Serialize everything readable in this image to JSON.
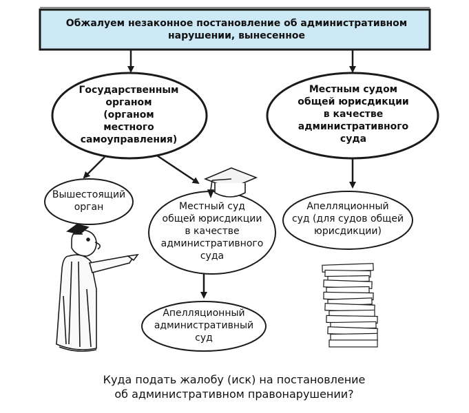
{
  "diagram": {
    "top_box": "Обжалуем незаконное постановление об административном\nнарушении, вынесенное",
    "node_state_body": "Государственным\nорганом\n(органом\nместного\nсамоуправления)",
    "node_local_court": "Местным судом\nобщей юрисдикции\nв качестве\nадминистративного\nсуда",
    "node_higher_body": "Вышестоящий\nорган",
    "node_local_admin_court": "Местный суд\nобщей юрисдикции\nв качестве\nадминистративного\nсуда",
    "node_appeal_general": "Апелляционный\nсуд (для судов общей\nюрисдикции)",
    "node_appeal_admin": "Апелляционный\nадминистративный\nсуд",
    "caption": "Куда подать жалобу (иск) на постановление\nоб административном правонарушении?",
    "colors": {
      "top_fill": "#cde9f6",
      "stroke": "#1a1a1a"
    },
    "icons": [
      "judge-figure-icon",
      "graduation-cap-icon",
      "paper-stack-icon"
    ]
  }
}
